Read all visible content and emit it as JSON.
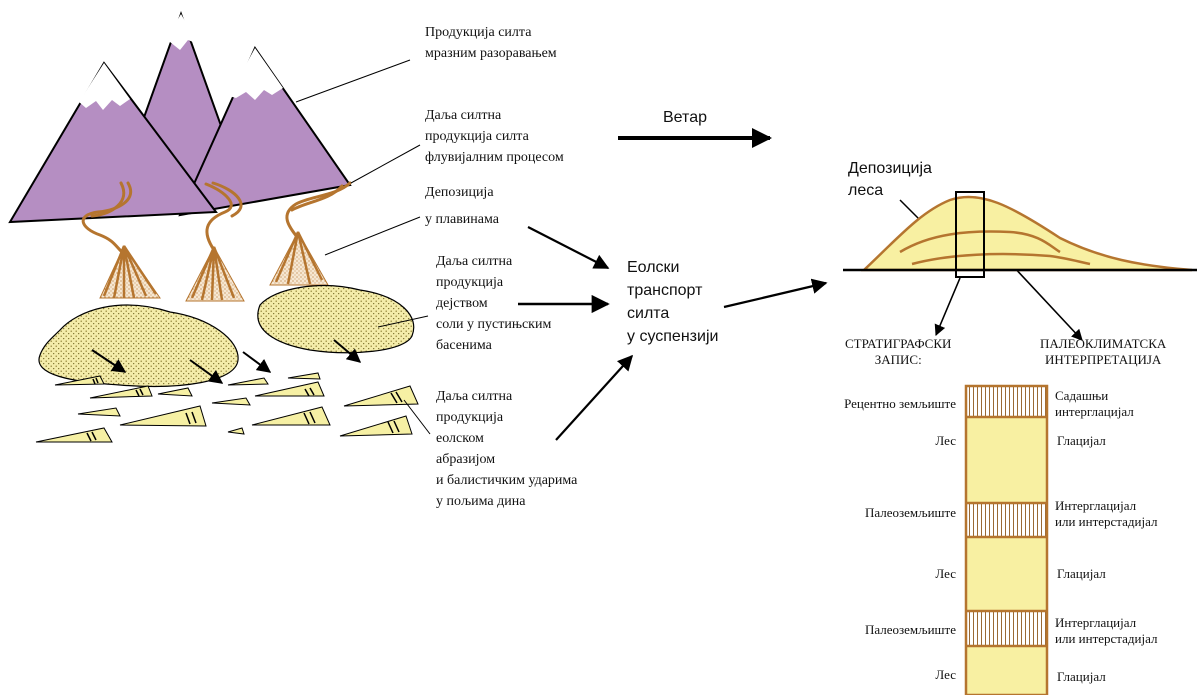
{
  "labels": {
    "frost": "Продукција силта\nмразним разоравањем",
    "fluvial": "Даља силтна\nпродукција силта\nфлувијалним процесом",
    "floodplain_line1": "Депозиција",
    "floodplain_line2": "у плавинама",
    "salt": "Даља силтна\nпродукција\nдејством\nсоли у пустињским\nбасенима",
    "eolian": "Даља силтна\nпродукција\nеолском\nабразијом\nи балистичким ударима\nу пољима дина",
    "wind": "Ветар",
    "transport": "Еолски\nтранспорт\nсилта\nу суспензији",
    "loess_deposition": "Депозиција\nлеса",
    "strat_header": "СТРАТИГРАФСКИ\nЗАПИС:",
    "paleo_header": "ПАЛЕОКЛИМАТСКА\nИНТЕРПРЕТАЦИЈА"
  },
  "column": {
    "layers": [
      {
        "strat": "Рецентно земљиште",
        "interp": "Садашњи\nинтерглацијал",
        "type": "soil"
      },
      {
        "strat": "Лес",
        "interp": "Глацијал",
        "type": "loess"
      },
      {
        "strat": "Палеоземљиште",
        "interp": "Интерглацијал\nили интерстадијал",
        "type": "soil"
      },
      {
        "strat": "Лес",
        "interp": "Глацијал",
        "type": "loess"
      },
      {
        "strat": "Палеоземљиште",
        "interp": "Интерглацијал\nили интерстадијал",
        "type": "soil"
      },
      {
        "strat": "Лес",
        "interp": "Глацијал",
        "type": "loess"
      }
    ]
  },
  "colors": {
    "mountain": "#b58ec2",
    "river": "#b5752f",
    "loess": "#f8f0a2",
    "outline": "#000000"
  }
}
